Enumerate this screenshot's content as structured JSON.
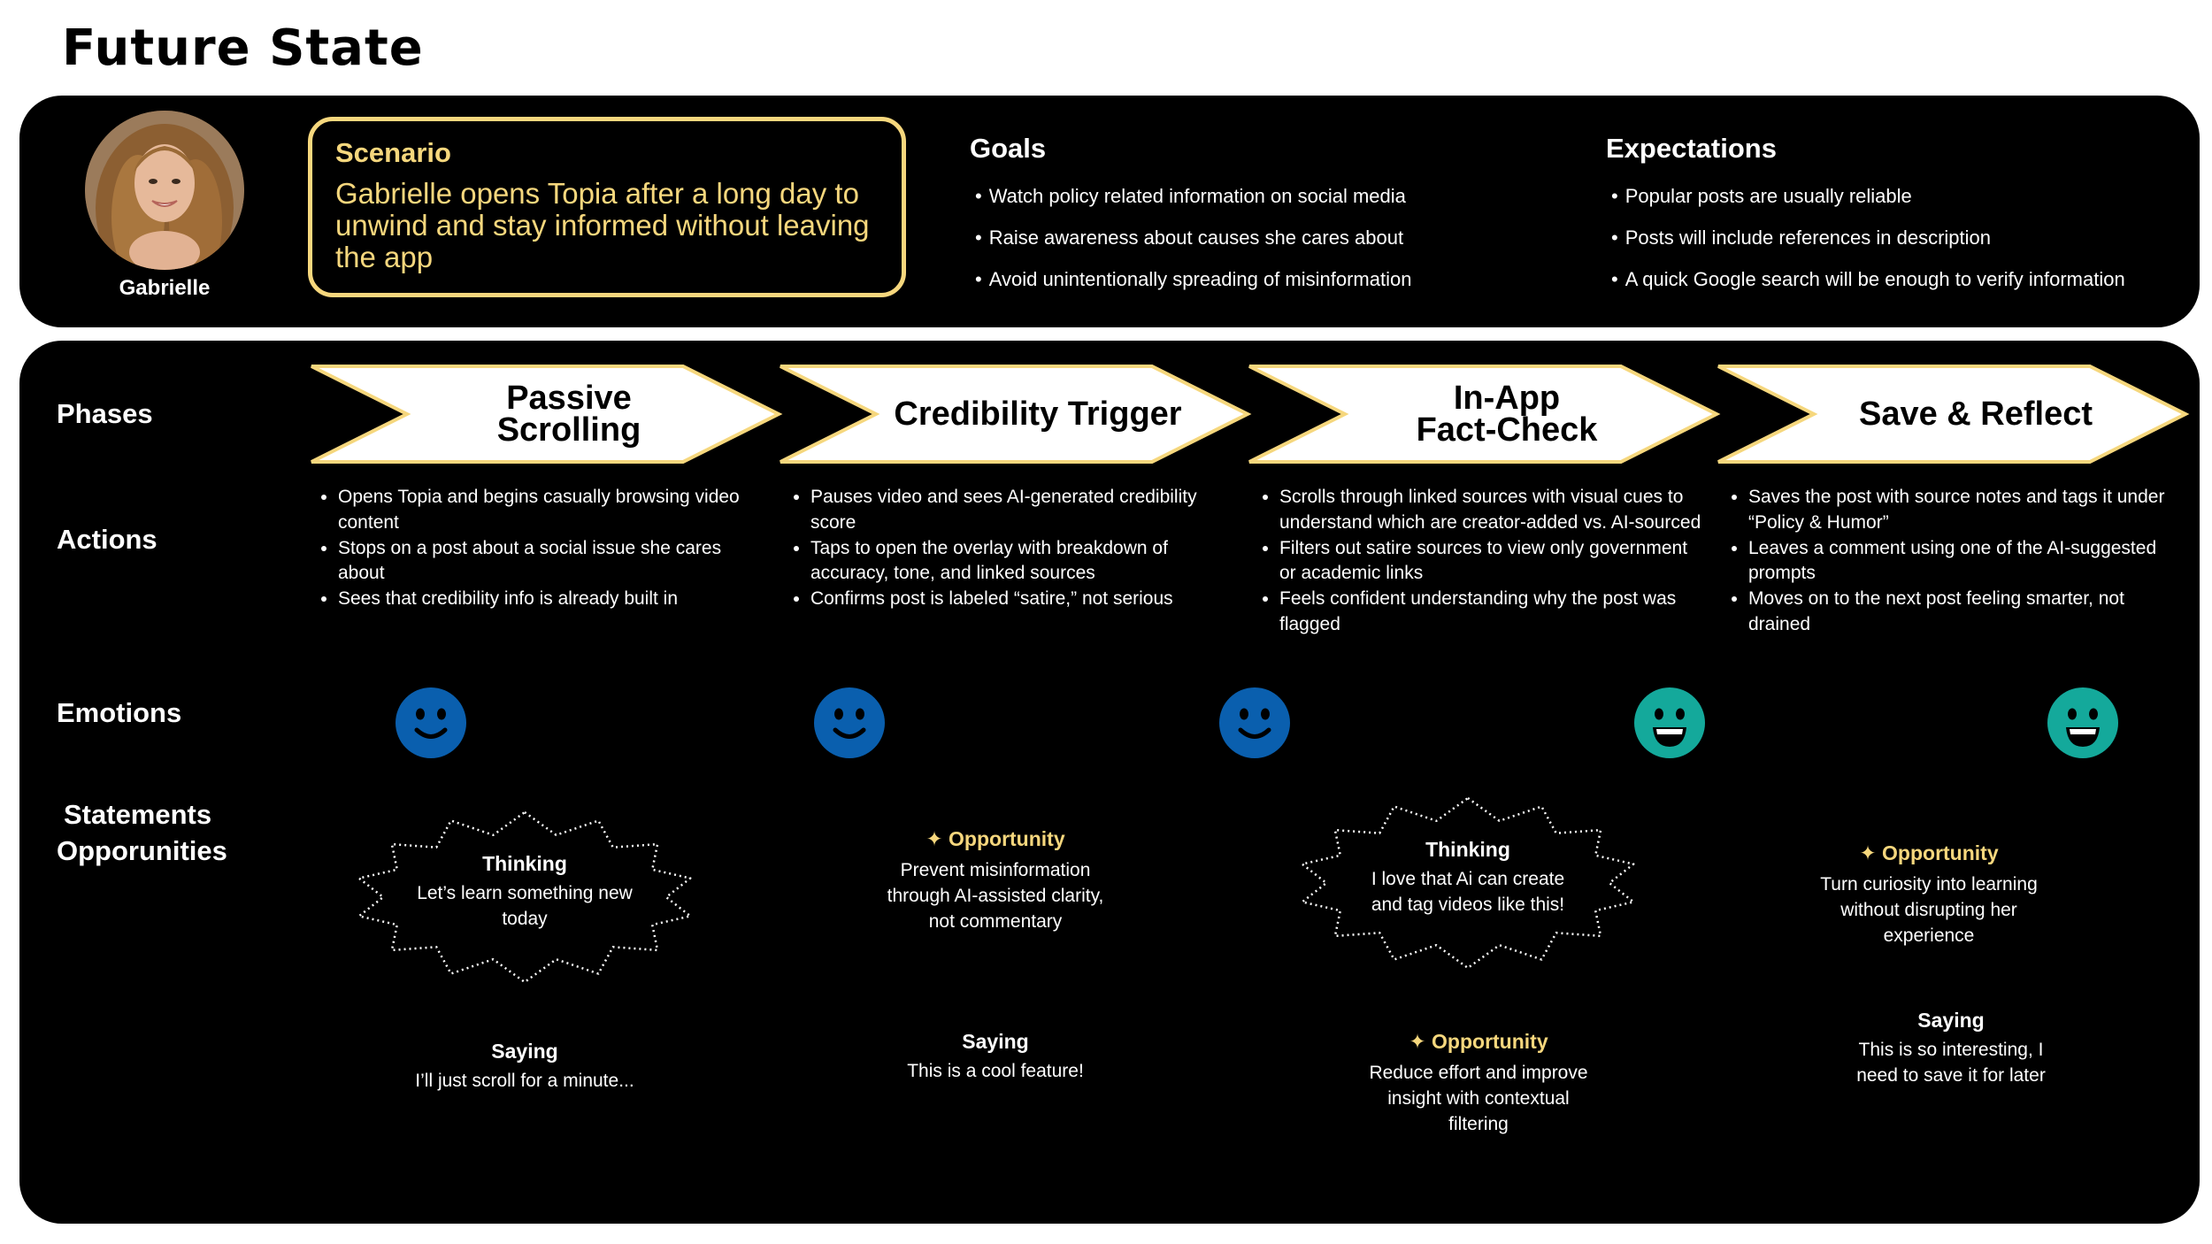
{
  "title": "Future State",
  "persona": {
    "name": "Gabrielle",
    "scenario_title": "Scenario",
    "scenario_text": "Gabrielle opens Topia after a long day to unwind and stay informed without leaving the app"
  },
  "goals": {
    "title": "Goals",
    "items": [
      "Watch policy related information on social media",
      "Raise awareness about causes she cares about",
      "Avoid unintentionally spreading of misinformation"
    ]
  },
  "expectations": {
    "title": "Expectations",
    "items": [
      "Popular posts are usually reliable",
      "Posts will include references in description",
      "A quick Google search will be enough to verify information"
    ]
  },
  "row_labels": {
    "phases": "Phases",
    "actions": "Actions",
    "emotions": "Emotions",
    "statements_line1": "Statements",
    "statements_line2": "Opporunities"
  },
  "phases": [
    {
      "label_lines": [
        "Passive",
        "Scrolling"
      ],
      "actions": [
        "Opens Topia and begins casually browsing video content",
        "Stops on a post about a social issue she cares about",
        "Sees that credibility info is already built in"
      ]
    },
    {
      "label_lines": [
        "Credibility Trigger"
      ],
      "actions": [
        "Pauses video and sees AI-generated credibility score",
        "Taps to open the overlay with breakdown of accuracy, tone, and linked sources",
        "Confirms post is labeled “satire,” not serious"
      ]
    },
    {
      "label_lines": [
        "In-App",
        "Fact-Check"
      ],
      "actions": [
        "Scrolls through linked sources with visual cues to understand which are creator-added vs. AI-sourced",
        "Filters out satire sources to view only government or academic links",
        "Feels confident understanding why the post was flagged"
      ]
    },
    {
      "label_lines": [
        "Save & Reflect"
      ],
      "actions": [
        "Saves the post with source notes and tags it under “Policy & Humor”",
        "Leaves a comment using one of the AI-suggested prompts",
        "Moves on to the next post feeling smarter, not drained"
      ]
    }
  ],
  "emotions": [
    {
      "type": "smile",
      "color": "#0a5fae"
    },
    {
      "type": "smile",
      "color": "#0a5fae"
    },
    {
      "type": "smile",
      "color": "#0a5fae"
    },
    {
      "type": "grin",
      "color": "#14a99b"
    },
    {
      "type": "grin",
      "color": "#14a99b"
    }
  ],
  "statements": {
    "thinking1": {
      "title": "Thinking",
      "lines": [
        "Let’s learn something new",
        "today"
      ]
    },
    "saying1": {
      "title": "Saying",
      "lines": [
        "I’ll just scroll for a minute..."
      ]
    },
    "opportunity1": {
      "title": "✦ Opportunity",
      "lines": [
        "Prevent misinformation",
        "through AI-assisted clarity,",
        "not commentary"
      ]
    },
    "saying2": {
      "title": "Saying",
      "lines": [
        "This is a cool feature!"
      ]
    },
    "thinking2": {
      "title": "Thinking",
      "lines": [
        "I love that Ai can create",
        "and tag videos like this!"
      ]
    },
    "opportunity2": {
      "title": "✦ Opportunity",
      "lines": [
        "Reduce effort and improve",
        "insight with contextual",
        "filtering"
      ]
    },
    "opportunity3": {
      "title": "✦ Opportunity",
      "lines": [
        "Turn curiosity into learning",
        "without disrupting her",
        "experience"
      ]
    },
    "saying3": {
      "title": "Saying",
      "lines": [
        "This is so interesting, I",
        "need to save it for later"
      ]
    }
  },
  "colors": {
    "accent_yellow": "#f6d77d",
    "panel": "#000000",
    "emotion_blue": "#0a5fae",
    "emotion_teal": "#14a99b"
  }
}
